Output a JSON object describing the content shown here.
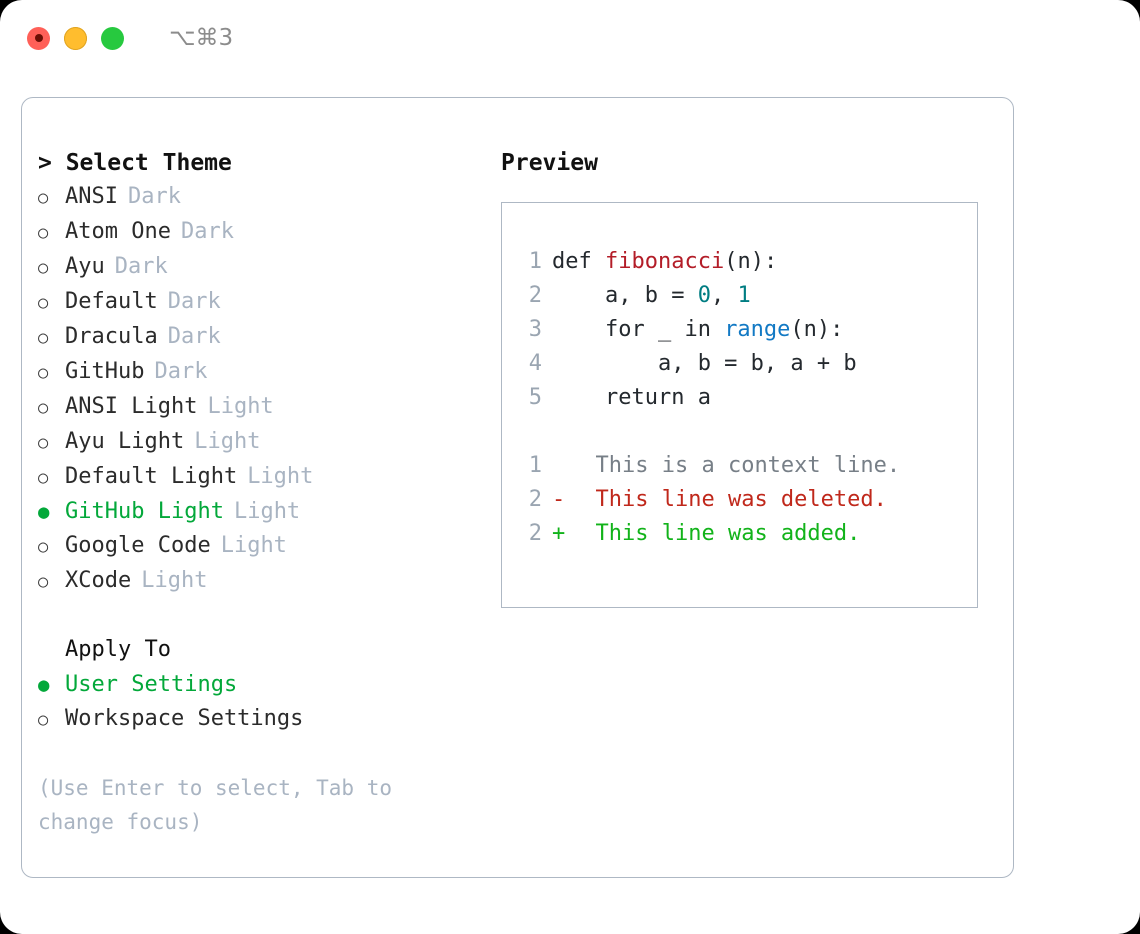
{
  "window": {
    "shortcut": "⌥⌘3",
    "traffic_lights": [
      {
        "name": "close",
        "color": "#ff6058"
      },
      {
        "name": "minimize",
        "color": "#ffbd2e"
      },
      {
        "name": "zoom",
        "color": "#27c93f"
      }
    ]
  },
  "colors": {
    "accent_green": "#03a83a",
    "muted": "#a9b4c2",
    "text": "#2b2b2b",
    "border": "#aeb8c4",
    "diff_add": "#12b31a",
    "diff_del": "#c0281b"
  },
  "left": {
    "heading": "> Select Theme",
    "markers": {
      "unselected": "○",
      "selected": "●"
    },
    "themes": [
      {
        "name": "ANSI",
        "kind": "Dark",
        "selected": false
      },
      {
        "name": "Atom One",
        "kind": "Dark",
        "selected": false
      },
      {
        "name": "Ayu",
        "kind": "Dark",
        "selected": false
      },
      {
        "name": "Default",
        "kind": "Dark",
        "selected": false
      },
      {
        "name": "Dracula",
        "kind": "Dark",
        "selected": false
      },
      {
        "name": "GitHub",
        "kind": "Dark",
        "selected": false
      },
      {
        "name": "ANSI Light",
        "kind": "Light",
        "selected": false
      },
      {
        "name": "Ayu Light",
        "kind": "Light",
        "selected": false
      },
      {
        "name": "Default Light",
        "kind": "Light",
        "selected": false
      },
      {
        "name": "GitHub Light",
        "kind": "Light",
        "selected": true
      },
      {
        "name": "Google Code",
        "kind": "Light",
        "selected": false
      },
      {
        "name": "XCode",
        "kind": "Light",
        "selected": false
      }
    ],
    "apply_to": {
      "title": "Apply To",
      "options": [
        {
          "name": "User Settings",
          "selected": true
        },
        {
          "name": "Workspace Settings",
          "selected": false
        }
      ]
    },
    "hint": "(Use Enter to select, Tab to change focus)"
  },
  "right": {
    "heading": "Preview",
    "code": [
      {
        "lineno": "1",
        "tokens": [
          {
            "text": "def ",
            "type": "plain"
          },
          {
            "text": "fibonacci",
            "type": "func"
          },
          {
            "text": "(n):",
            "type": "plain"
          }
        ]
      },
      {
        "lineno": "2",
        "tokens": [
          {
            "text": "    a, b = ",
            "type": "plain"
          },
          {
            "text": "0",
            "type": "num"
          },
          {
            "text": ", ",
            "type": "plain"
          },
          {
            "text": "1",
            "type": "num"
          }
        ]
      },
      {
        "lineno": "3",
        "tokens": [
          {
            "text": "    for _ in ",
            "type": "plain"
          },
          {
            "text": "range",
            "type": "call"
          },
          {
            "text": "(n):",
            "type": "plain"
          }
        ]
      },
      {
        "lineno": "4",
        "tokens": [
          {
            "text": "        a, b = b, a + b",
            "type": "plain"
          }
        ]
      },
      {
        "lineno": "5",
        "tokens": [
          {
            "text": "    return a",
            "type": "plain"
          }
        ]
      }
    ],
    "diff": [
      {
        "lineno": "1",
        "sign": " ",
        "text": "This is a context line.",
        "kind": "context"
      },
      {
        "lineno": "2",
        "sign": "-",
        "text": "This line was deleted.",
        "kind": "del"
      },
      {
        "lineno": "2",
        "sign": "+",
        "text": "This line was added.",
        "kind": "add"
      }
    ]
  }
}
